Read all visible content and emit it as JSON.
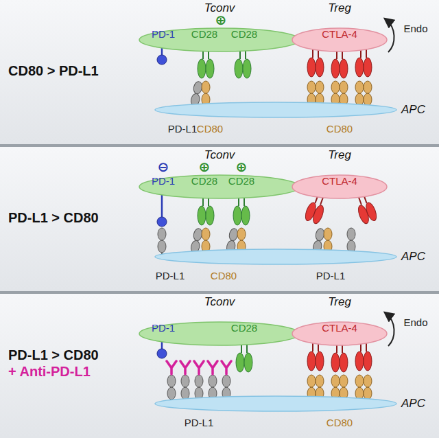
{
  "diagram": {
    "nodes": [
      {
        "text": [
          "CD80 > PD-L1"
        ]
      },
      {
        "text": [
          "Tconv"
        ],
        "in": 0
      },
      {
        "text": [
          "Treg"
        ],
        "in": 0
      },
      {
        "text": [
          "APC"
        ],
        "in": 0
      },
      {
        "text": [
          "PD-L1 > CD80"
        ]
      },
      {
        "text": [
          "Tconv"
        ],
        "in": 4
      },
      {
        "text": [
          "Treg"
        ],
        "in": 4
      },
      {
        "text": [
          "APC"
        ],
        "in": 4
      },
      {
        "text": [
          "PD-L1 > CD80",
          "+ Anti-PD-L1"
        ]
      },
      {
        "text": [
          "Tconv"
        ],
        "in": 8
      },
      {
        "text": [
          "Treg"
        ],
        "in": 8
      },
      {
        "text": [
          "APC"
        ],
        "in": 8
      }
    ],
    "labels": [
      "PD-1",
      "⊕",
      "CD28",
      "CD28",
      "CTLA-4",
      "Endo",
      "PD-L1",
      "CD80",
      "CD80",
      "⊖",
      "⊕",
      "⊕",
      "PD-1",
      "CD28",
      "CD28",
      "CTLA-4",
      "PD-L1",
      "CD80",
      "PD-L1",
      "PD-1",
      "CD28",
      "CTLA-4",
      "Endo",
      "PD-L1",
      "CD80"
    ]
  }
}
